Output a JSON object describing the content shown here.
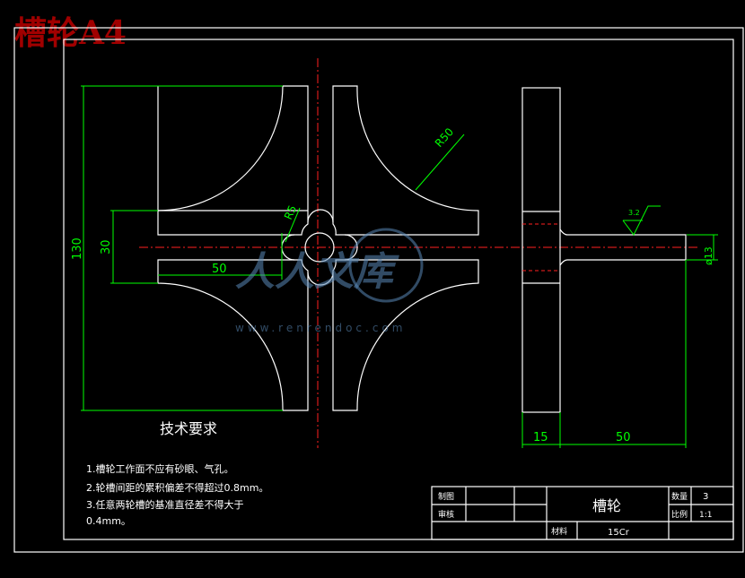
{
  "sheet_title": "槽轮A4",
  "watermark": {
    "logo_text": "人人文库",
    "url": "www.renrendoc.com"
  },
  "dimensions": {
    "overall_height": "130",
    "slot_width": "30",
    "slot_depth": "50",
    "small_radius": "R5",
    "large_radius": "R50",
    "hub_thickness": "15",
    "shaft_length": "50",
    "shaft_diameter": "ø13",
    "surface_roughness": "3.2"
  },
  "tech_requirements": {
    "heading": "技术要求",
    "items": [
      "1.槽轮工作面不应有砂眼、气孔。",
      "2.轮槽间距的累积偏差不得超过0.8mm。",
      "3.任意两轮槽的基准直径差不得大于",
      "0.4mm。"
    ]
  },
  "title_block": {
    "draw_label": "制图",
    "check_label": "审核",
    "part_name": "槽轮",
    "material_label": "材料",
    "material_value": "15Cr",
    "quantity_label": "数量",
    "quantity_value": "3",
    "scale_label": "比例",
    "scale_value": "1:1"
  }
}
